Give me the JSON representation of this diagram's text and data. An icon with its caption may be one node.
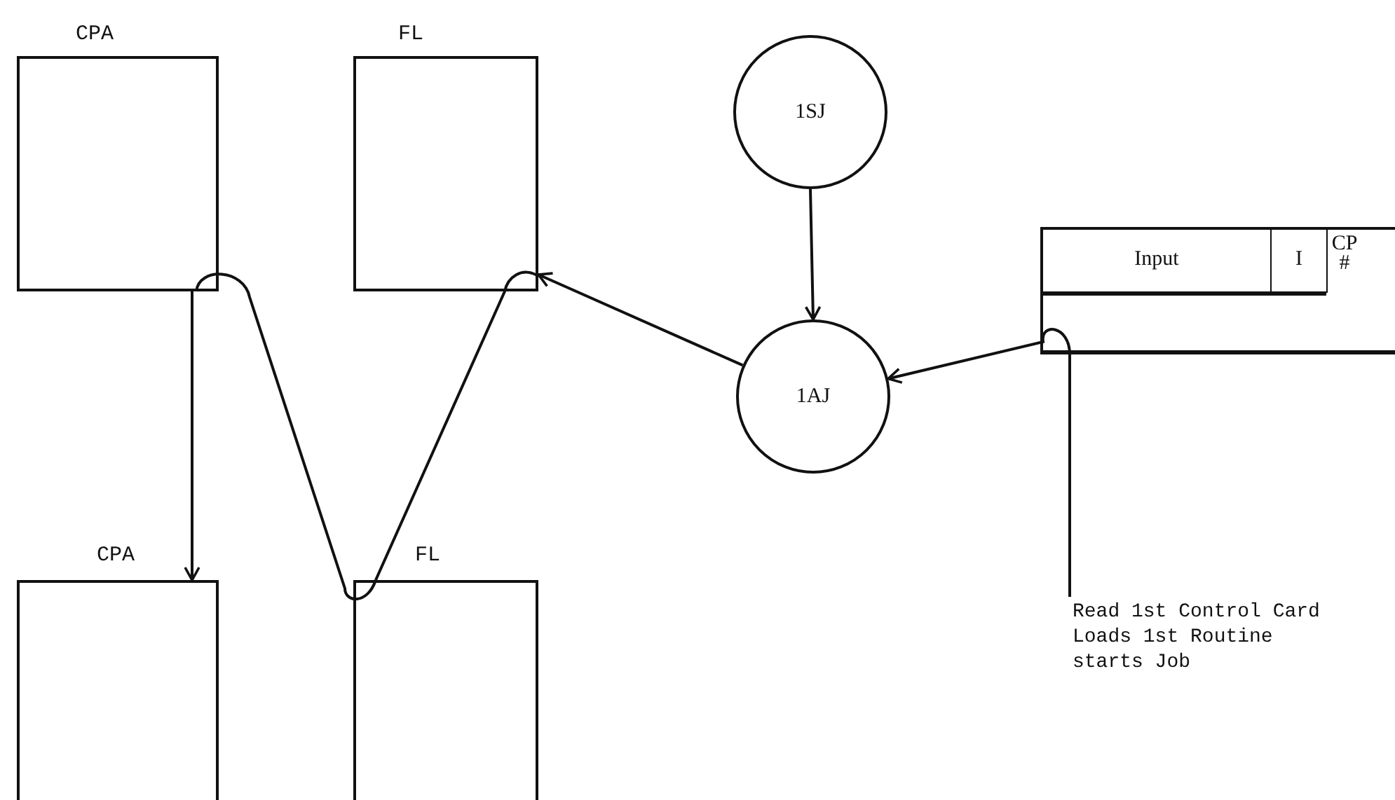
{
  "diagram": {
    "nodes": [
      {
        "text": [
          "CPA"
        ]
      },
      {
        "text": [
          "FL"
        ]
      },
      {
        "text": [
          "1SJ"
        ]
      },
      {
        "text": [
          "1AJ"
        ]
      },
      {
        "text": [
          "Input",
          "I",
          "CP #"
        ]
      },
      {
        "text": [
          "CPA"
        ]
      },
      {
        "text": [
          "FL"
        ]
      },
      {
        "text": [
          "Read 1st Control Card Loads 1st Routine starts Job"
        ]
      }
    ],
    "edges": [
      {
        "from": 0,
        "to": 5,
        "arrow": "to"
      },
      {
        "from": 1,
        "to": 6,
        "arrow": "none"
      },
      {
        "from": 6,
        "to": 0,
        "arrow": "none"
      },
      {
        "from": 3,
        "to": 1,
        "arrow": "to"
      },
      {
        "from": 2,
        "to": 3,
        "arrow": "to"
      },
      {
        "from": 4,
        "to": 3,
        "arrow": "to"
      },
      {
        "from": 7,
        "to": 4,
        "arrow": "none"
      }
    ]
  }
}
